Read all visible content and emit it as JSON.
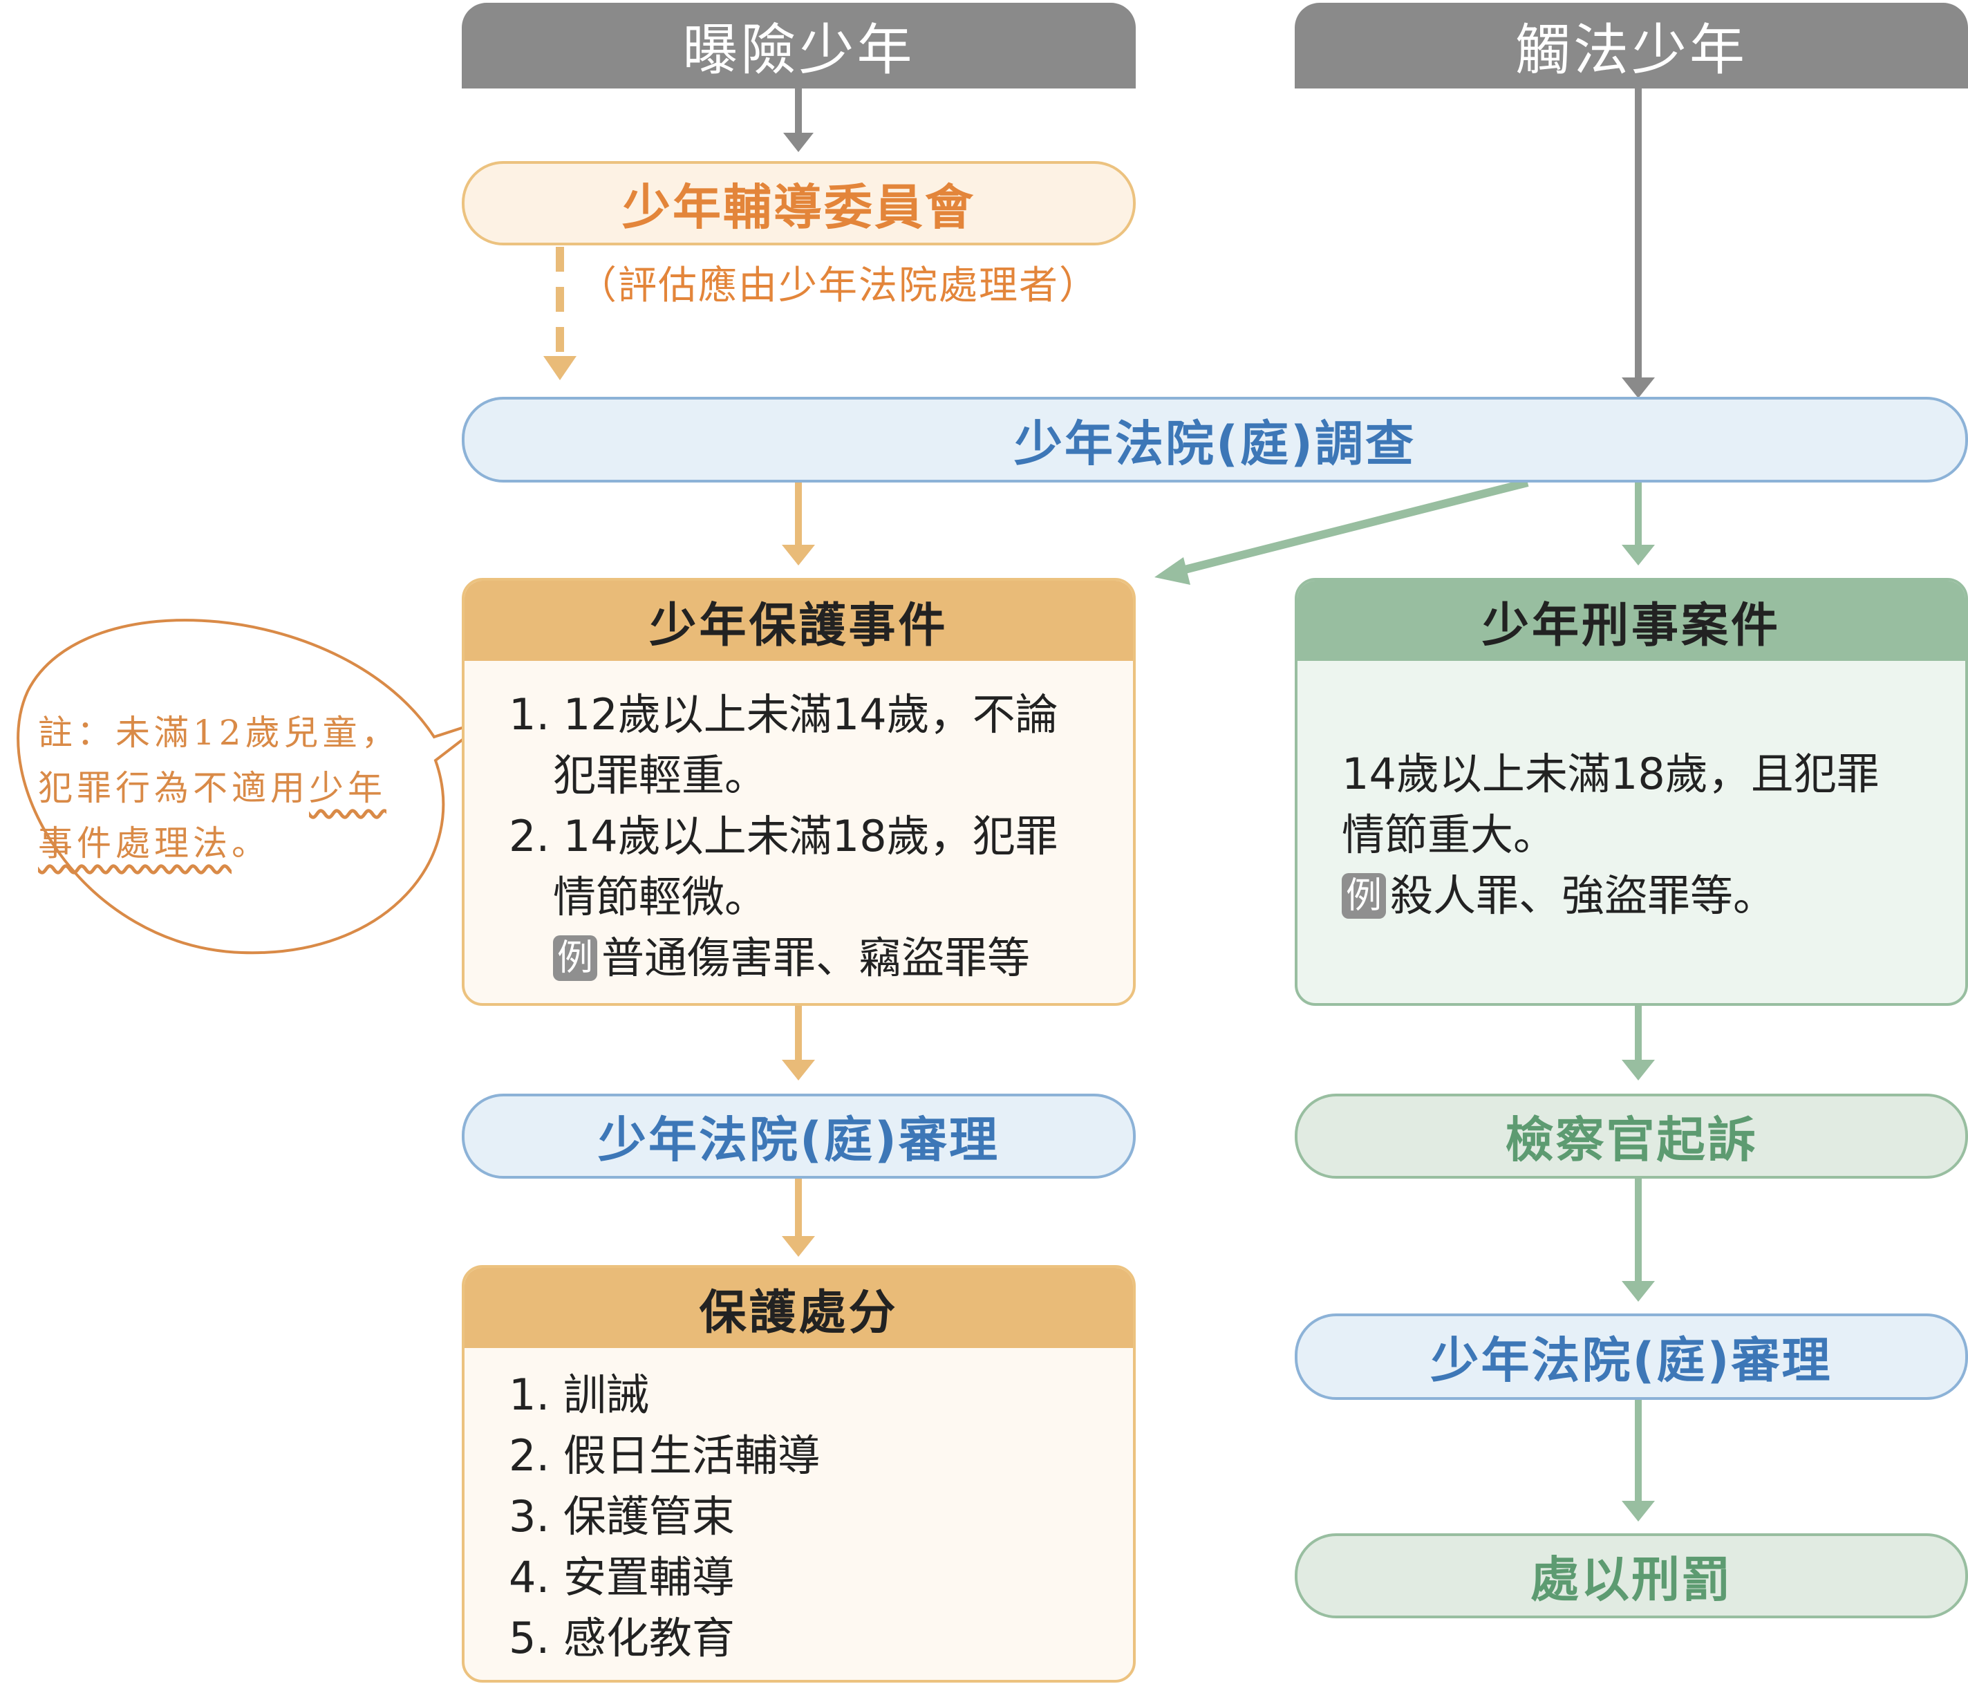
{
  "headers": {
    "left": "曝險少年",
    "right": "觸法少年"
  },
  "youth_committee": {
    "label": "少年輔導委員會",
    "note": "（評估應由少年法院處理者）"
  },
  "investigation": "少年法院(庭)調查",
  "protection_case": {
    "title": "少年保護事件",
    "item1_line1": "1. 12歲以上未滿14歲，不論",
    "item1_line2": "犯罪輕重。",
    "item2_line1": "2. 14歲以上未滿18歲，犯罪",
    "item2_line2": "情節輕微。",
    "example_badge": "例",
    "example_text": "普通傷害罪、竊盜罪等"
  },
  "criminal_case": {
    "title": "少年刑事案件",
    "line1": "14歲以上未滿18歲，且犯罪",
    "line2": "情節重大。",
    "example_badge": "例",
    "example_text": "殺人罪、強盜罪等。"
  },
  "left_trial": "少年法院(庭)審理",
  "protective_disposition": {
    "title": "保護處分",
    "items": [
      "1. 訓誡",
      "2. 假日生活輔導",
      "3. 保護管束",
      "4. 安置輔導",
      "5. 感化教育"
    ]
  },
  "prosecutor": "檢察官起訴",
  "right_trial": "少年法院(庭)審理",
  "punishment": "處以刑罰",
  "side_note": {
    "line1": "註：未滿12歲兒童，",
    "line2_plain": "犯罪行為不適用",
    "line2_underlined": "少年",
    "line3_underlined": "事件處理法",
    "line3_end": "。"
  },
  "colors": {
    "gray": "#8a8a8a",
    "orange": "#ecc27f",
    "orange_text": "#e3853a",
    "blue_text": "#3d77b7",
    "green": "#98bea0",
    "green_text": "#5d9b71"
  }
}
